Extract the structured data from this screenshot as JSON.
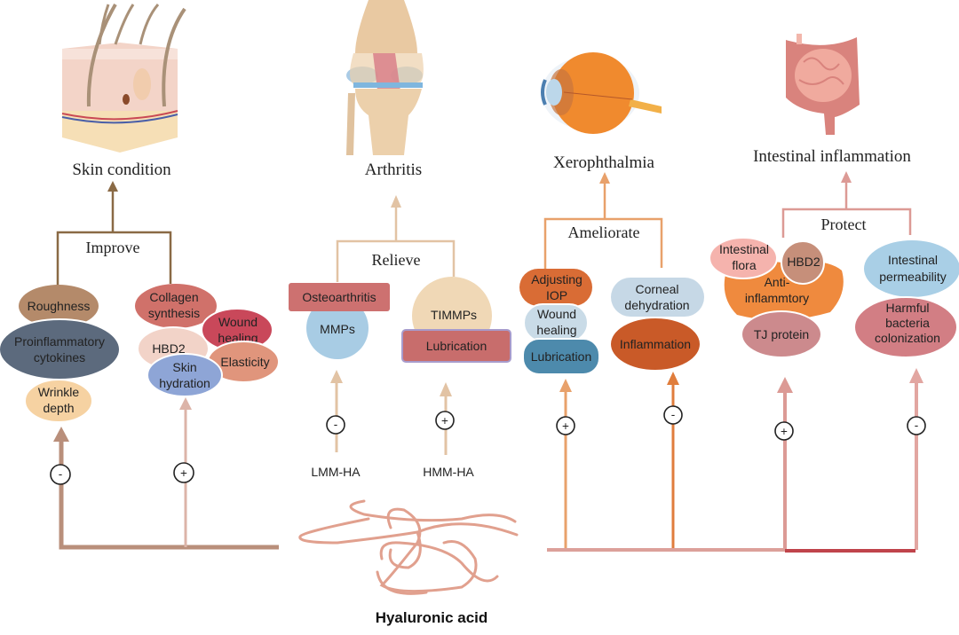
{
  "title": "Hyaluronic acid",
  "colors": {
    "skin_trunk": "#b98f7b",
    "skin_branch": "#8a6a45",
    "arthritis_line": "#e2c3a4",
    "eye_line": "#e8a16b",
    "gut_line": "#dc9a95",
    "gut_trunk_dark": "#c0444b",
    "ha_strand": "#e1a08e"
  },
  "sections": {
    "skin": {
      "heading": "Skin condition",
      "action": "Improve",
      "icon": "skin-cross-section-icon",
      "minus": "-",
      "plus": "+",
      "minus_nodes": [
        "Roughness",
        "Proinflammatory cytokines",
        "Wrinkle depth"
      ],
      "plus_nodes": [
        "Collagen synthesis",
        "Wound healing",
        "HBD2",
        "Elasticity",
        "Skin hydration"
      ],
      "labels": {
        "roughness": "Roughness",
        "cytokines_1": "Proinflammatory",
        "cytokines_2": "cytokines",
        "wrinkle_1": "Wrinkle",
        "wrinkle_2": "depth",
        "collagen_1": "Collagen",
        "collagen_2": "synthesis",
        "wound_1": "Wound",
        "wound_2": "healing",
        "hbd2": "HBD2",
        "elasticity": "Elasticity",
        "hydration_1": "Skin",
        "hydration_2": "hydration"
      }
    },
    "arthritis": {
      "heading": "Arthritis",
      "action": "Relieve",
      "icon": "knee-joint-icon",
      "left_source": "LMM-HA",
      "right_source": "HMM-HA",
      "minus": "-",
      "plus": "+",
      "labels": {
        "osteoarthritis": "Osteoarthritis",
        "mmps": "MMPs",
        "timmps": "TIMMPs",
        "lubrication": "Lubrication"
      }
    },
    "eye": {
      "heading": "Xerophthalmia",
      "action": "Ameliorate",
      "icon": "eyeball-icon",
      "plus": "+",
      "minus": "-",
      "labels": {
        "iop_1": "Adjusting",
        "iop_2": "IOP",
        "wound_1": "Wound",
        "wound_2": "healing",
        "lubrication": "Lubrication",
        "corneal_1": "Corneal",
        "corneal_2": "dehydration",
        "inflammation": "Inflammation"
      }
    },
    "gut": {
      "heading": "Intestinal inflammation",
      "action": "Protect",
      "icon": "intestine-icon",
      "plus": "+",
      "minus": "-",
      "labels": {
        "flora_1": "Intestinal",
        "flora_2": "flora",
        "hbd2": "HBD2",
        "anti_1": "Anti-",
        "anti_2": "inflammtory",
        "tj": "TJ protein",
        "perm_1": "Intestinal",
        "perm_2": "permeability",
        "harm_1": "Harmful",
        "harm_2": "bacteria",
        "harm_3": "colonization"
      }
    }
  }
}
